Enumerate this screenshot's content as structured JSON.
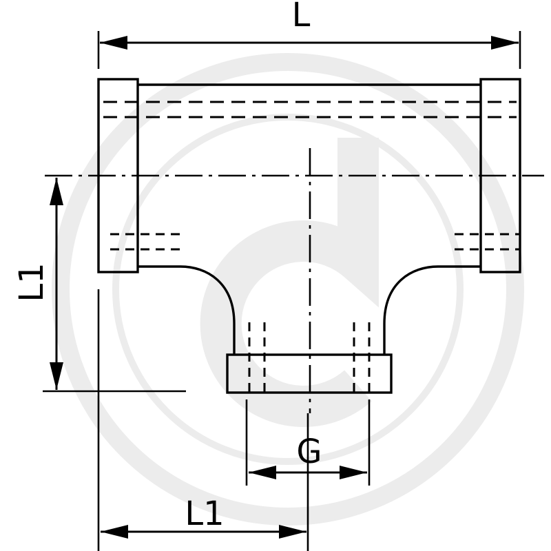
{
  "drawing": {
    "subject": "tee",
    "dimensions": {
      "overall_length": "L",
      "branch_height": "L1",
      "offset_length": "L1",
      "thread": "G"
    },
    "watermark": {
      "present": true,
      "color": "#ececec"
    },
    "line_color": "#000000",
    "background": "#ffffff"
  }
}
